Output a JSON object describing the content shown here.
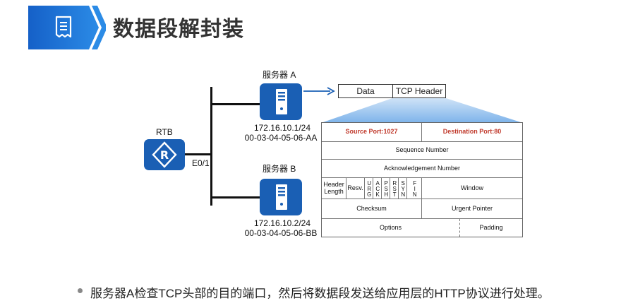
{
  "header": {
    "title": "数据段解封装",
    "icon": "document-list-icon"
  },
  "topology": {
    "router": {
      "label": "RTB",
      "interface": "E0/1",
      "icon": "router-icon"
    },
    "server_a": {
      "name": "服务器 A",
      "ip": "172.16.10.1/24",
      "mac": "00-03-04-05-06-AA",
      "icon": "server-icon"
    },
    "server_b": {
      "name": "服务器 B",
      "ip": "172.16.10.2/24",
      "mac": "00-03-04-05-06-BB",
      "icon": "server-icon"
    }
  },
  "segment": {
    "data_label": "Data",
    "tcp_label": "TCP Header"
  },
  "tcp_header": {
    "source_port": "Source  Port:1027",
    "destination_port": "Destination  Port:80",
    "sequence_number": "Sequence Number",
    "ack_number": "Acknowledgement Number",
    "header_length": "Header Length",
    "resv": "Resv.",
    "flags": [
      "URG",
      "ACK",
      "PSH",
      "RST",
      "SYN",
      "FIN"
    ],
    "window": "Window",
    "checksum": "Checksum",
    "urgent_pointer": "Urgent  Pointer",
    "options": "Options",
    "padding": "Padding"
  },
  "colors": {
    "accent": "#1a6fd1",
    "device": "#1a5fb4",
    "highlight_text": "#c0392b"
  },
  "footer": {
    "note": "服务器A检查TCP头部的目的端口，然后将数据段发送给应用层的HTTP协议进行处理。"
  }
}
